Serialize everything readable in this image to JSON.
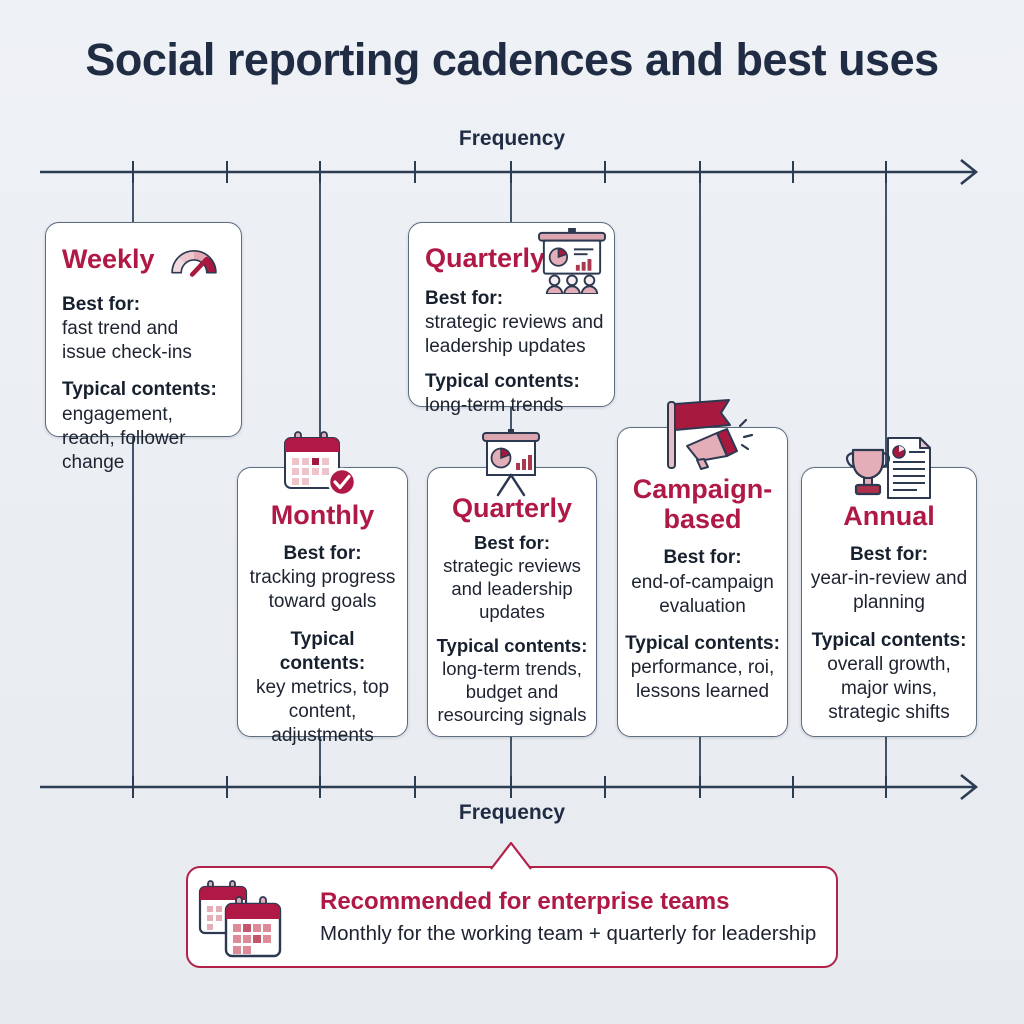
{
  "page_title": "Social reporting cadences and best uses",
  "axis": {
    "top_label": "Frequency",
    "bottom_label": "Frequency"
  },
  "labels": {
    "best_for": "Best for:",
    "typical_contents": "Typical contents:"
  },
  "cards": [
    {
      "title": "Weekly",
      "icon": "gauge-icon",
      "best_for": "fast trend and issue check-ins",
      "typical_contents": "engagement, reach, follower change"
    },
    {
      "title": "Quarterly",
      "icon": "presentation-audience-icon",
      "best_for": "strategic reviews and leadership updates",
      "typical_contents": "long-term trends"
    },
    {
      "title": "Monthly",
      "icon": "calendar-check-icon",
      "best_for": "tracking progress toward goals",
      "typical_contents": "key metrics, top content, adjustments"
    },
    {
      "title": "Quarterly",
      "icon": "presentation-easel-icon",
      "best_for": "strategic reviews and leadership updates",
      "typical_contents": "long-term trends, budget and resourcing signals"
    },
    {
      "title": "Campaign-based",
      "icon": "flag-megaphone-icon",
      "best_for": "end-of-campaign evaluation",
      "typical_contents": "performance, roi, lessons learned"
    },
    {
      "title": "Annual",
      "icon": "trophy-document-icon",
      "best_for": "year-in-review and planning",
      "typical_contents": "overall growth, major wins, strategic shifts"
    }
  ],
  "recommendation": {
    "title": "Recommended for enterprise teams",
    "subtitle": "Monthly for the working team + quarterly for leadership",
    "icon": "double-calendar-icon"
  },
  "colors": {
    "accent_crimson": "#B01945",
    "navy": "#1F2C44",
    "background": "#E9EDF2",
    "card_border": "#5D6C80"
  }
}
